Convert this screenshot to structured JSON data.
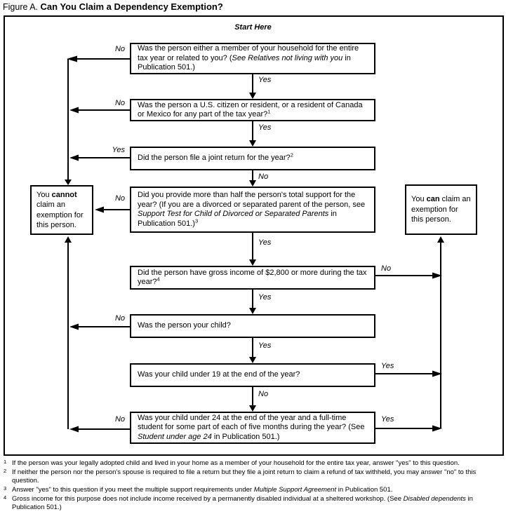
{
  "title": {
    "prefix": "Figure A.",
    "main": "Can You Claim a Dependency Exemption?"
  },
  "flowchart": {
    "start_label": "Start Here",
    "labels": {
      "yes": "Yes",
      "no": "No"
    },
    "questions": {
      "q1": {
        "segments": [
          {
            "text": "Was the person either a member of your household for the entire tax year or related to you? ("
          },
          {
            "text": "See Relatives not living with you"
          },
          {
            "text": " in Publication 501.)"
          }
        ]
      },
      "q2": {
        "segments": [
          {
            "text": "Was the person a U.S. citizen or resident, or a resident of Canada or Mexico for any part of the tax year?"
          }
        ],
        "sup": "1"
      },
      "q3": {
        "segments": [
          {
            "text": "Did the person file a joint return for the year?"
          }
        ],
        "sup": "2"
      },
      "q4": {
        "segments": [
          {
            "text": "Did you provide more than half the person's total support for the year? (If you are a divorced or separated parent of the person, see "
          },
          {
            "text": "Support Test for Child of Divorced or Separated Parents"
          },
          {
            "text": " in Publication 501.)"
          }
        ],
        "sup": "3"
      },
      "q5": {
        "segments": [
          {
            "text": "Did the person have gross income of $2,800 or more during the tax year?"
          }
        ],
        "sup": "4"
      },
      "q6": {
        "segments": [
          {
            "text": "Was the person your child?"
          }
        ]
      },
      "q7": {
        "segments": [
          {
            "text": "Was your child under 19 at the end of the year?"
          }
        ]
      },
      "q8": {
        "segments": [
          {
            "text": "Was your child under 24 at the end of the year and a full-time student for some part of each of five months during the year? (See "
          },
          {
            "text": "Student under age 24"
          },
          {
            "text": " in Publication 501.)"
          }
        ]
      }
    },
    "outcomes": {
      "cannot": {
        "pre": "You ",
        "bold": "cannot",
        "post": " claim an exemption for this person."
      },
      "can": {
        "pre": "You ",
        "bold": "can",
        "post": " claim an exemption for this person."
      }
    }
  },
  "footnotes": [
    {
      "sup": "1",
      "segments": [
        {
          "text": "If the person was your legally adopted child and lived in your home as a member of your household for the entire tax year, answer \"yes\" to this question."
        }
      ]
    },
    {
      "sup": "2",
      "segments": [
        {
          "text": "If neither the person nor the person's spouse is required to file a return but they file a joint return to claim a refund of tax withheld, you may answer \"no\" to this question."
        }
      ]
    },
    {
      "sup": "3",
      "segments": [
        {
          "text": "Answer \"yes\" to this question if you meet the multiple support requirements under "
        },
        {
          "text": "Multiple Support Agreement"
        },
        {
          "text": " in Publication 501."
        }
      ]
    },
    {
      "sup": "4",
      "segments": [
        {
          "text": "Gross income for this purpose does not include income received by a permanently disabled individual at a sheltered workshop. (See "
        },
        {
          "text": "Disabled dependents"
        },
        {
          "text": " in Publication 501.)"
        }
      ]
    }
  ]
}
